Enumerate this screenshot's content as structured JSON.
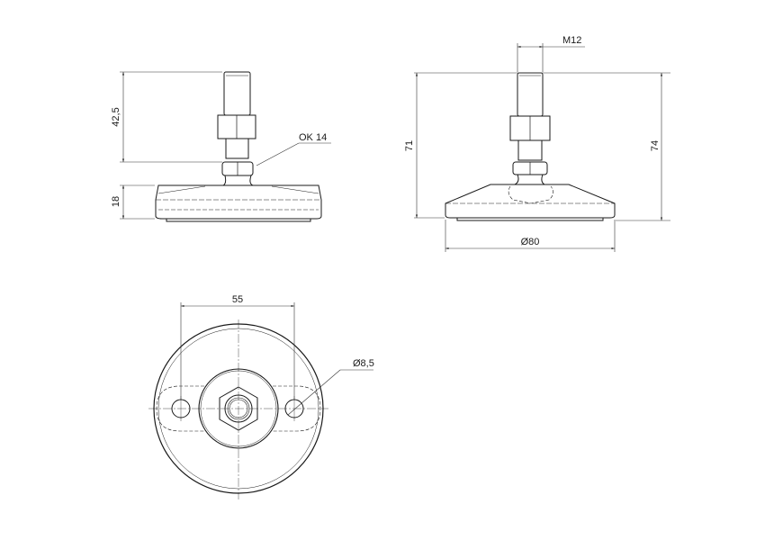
{
  "drawing": {
    "title": "Levelling foot technical drawing",
    "line_color": "#1a1a1a",
    "dim_color": "#333333",
    "background": "#ffffff"
  },
  "views": {
    "side_left": {
      "dim_height_upper": "42,5",
      "dim_base_height": "18",
      "callout_wrench": "OK 14"
    },
    "side_right": {
      "dim_thread": "M12",
      "dim_height_min": "71",
      "dim_height_max": "74",
      "dim_base_diameter": "Ø80"
    },
    "top": {
      "dim_hole_spacing": "55",
      "dim_hole_diameter": "Ø8,5"
    }
  }
}
